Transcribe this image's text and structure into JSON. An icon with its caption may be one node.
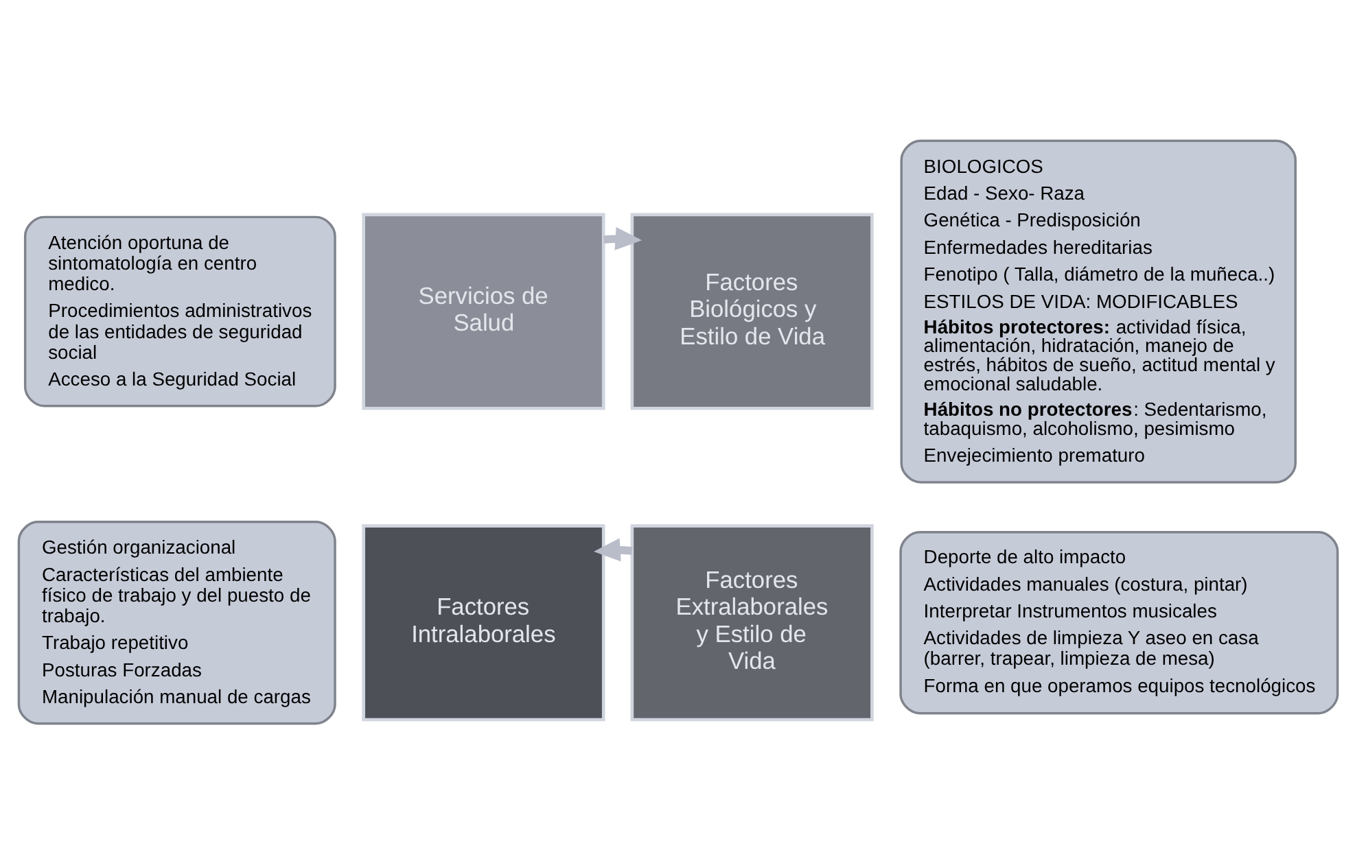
{
  "diagram": {
    "nodes": [
      {
        "text": [
          "Atención oportuna de sintomatología en centro medico.",
          "Procedimientos administrativos de las entidades de seguridad social",
          "Acceso a la Seguridad Social"
        ]
      },
      {
        "text": [
          "BIOLOGICOS",
          "Edad - Sexo- Raza",
          "Genética - Predisposición",
          "Enfermedades hereditarias",
          "Fenotipo ( Talla, diámetro de la muñeca..)",
          "ESTILOS DE VIDA: MODIFICABLES",
          "**Hábitos protectores:** actividad física, alimentación, hidratación, manejo de estrés, hábitos de sueño, actitud mental y emocional saludable.",
          "**Hábitos no protectores**: Sedentarismo, tabaquismo, alcoholismo, pesimismo",
          "Envejecimiento prematuro"
        ]
      },
      {
        "text": [
          "Servicios de Salud"
        ]
      },
      {
        "text": [
          "Factores Biológicos y Estilo de Vida"
        ]
      },
      {
        "text": [
          "Factores Intralaborales"
        ]
      },
      {
        "text": [
          "Factores Extralaborales y Estilo de Vida"
        ]
      },
      {
        "text": [
          "Gestión organizacional",
          "Características del ambiente físico de trabajo y del puesto de trabajo.",
          "Trabajo repetitivo",
          "Posturas Forzadas",
          "Manipulación manual de cargas"
        ]
      },
      {
        "text": [
          "Deporte de alto impacto",
          "Actividades manuales (costura, pintar)",
          "Interpretar Instrumentos musicales",
          "Actividades de limpieza Y aseo en casa (barrer, trapear, limpieza de mesa)",
          "Forma en que operamos equipos tecnológicos"
        ]
      }
    ],
    "edges": [
      {
        "from": 2,
        "to": 3,
        "arrow": "to"
      },
      {
        "from": 5,
        "to": 4,
        "arrow": "to"
      }
    ]
  }
}
